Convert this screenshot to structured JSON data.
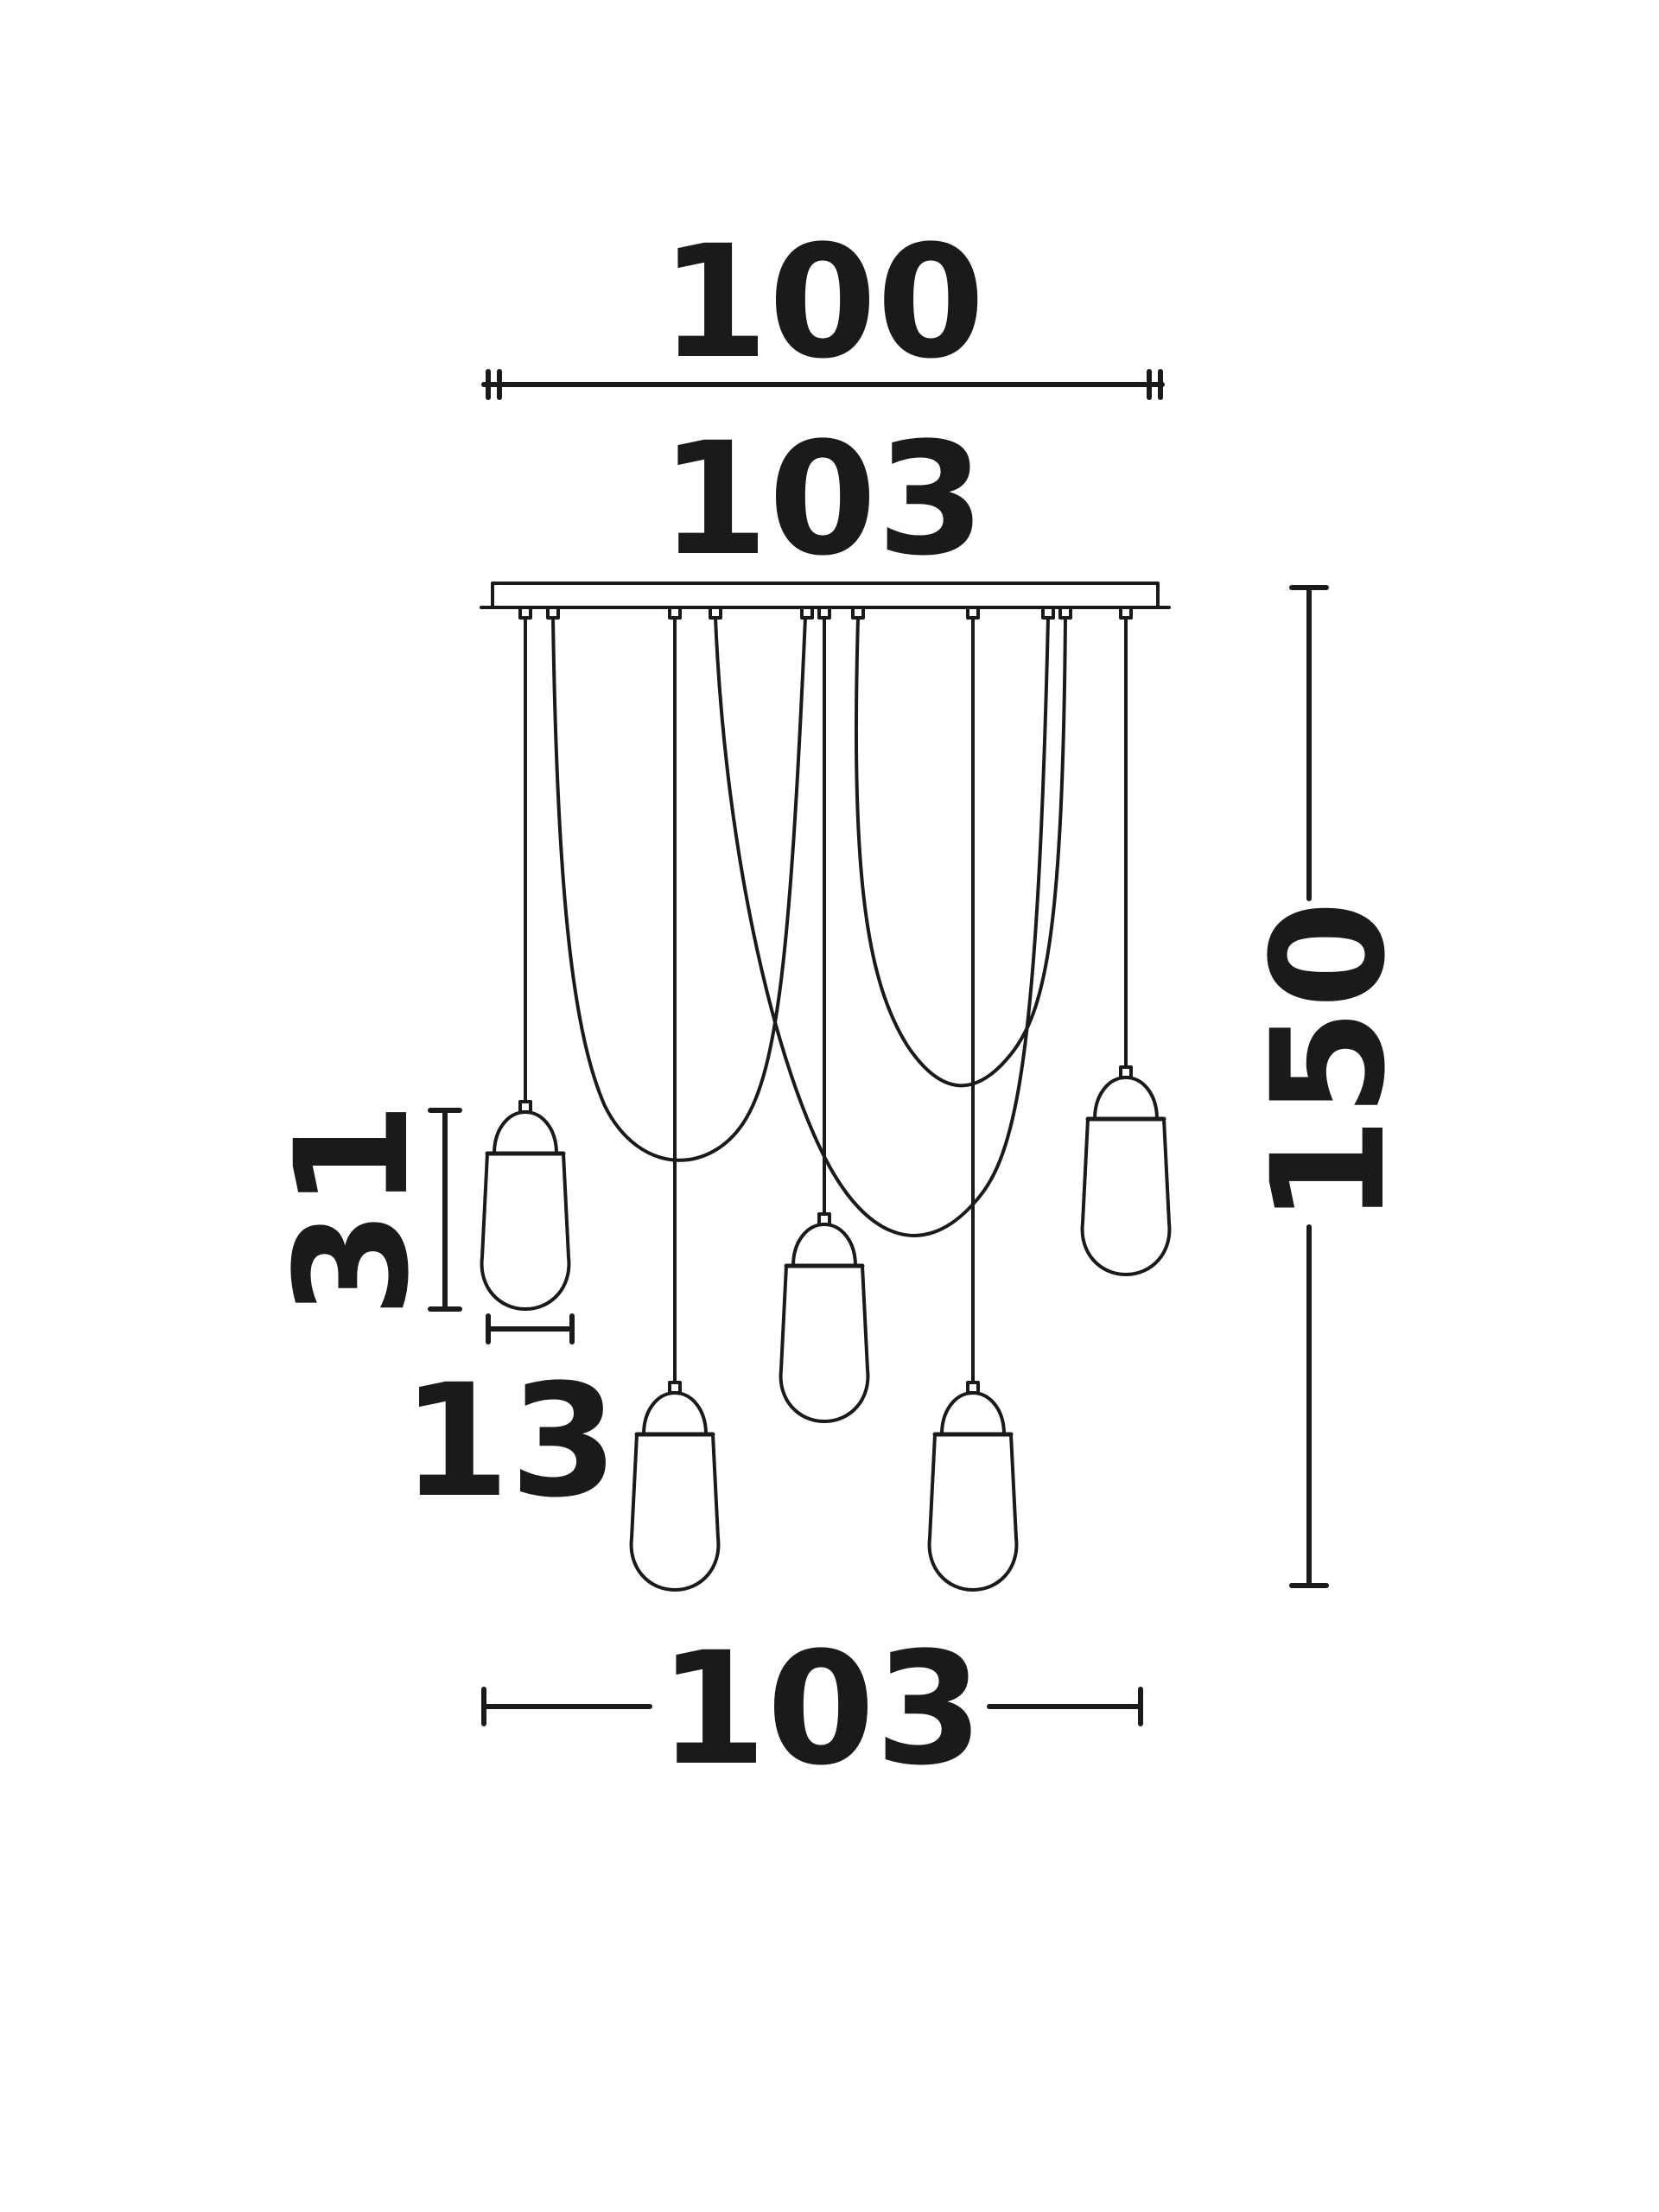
{
  "dimensions": {
    "canopy_width": "100",
    "canopy_outer_width": "103",
    "total_height": "150",
    "shade_height": "31",
    "shade_width": "13",
    "overall_width": "103"
  }
}
